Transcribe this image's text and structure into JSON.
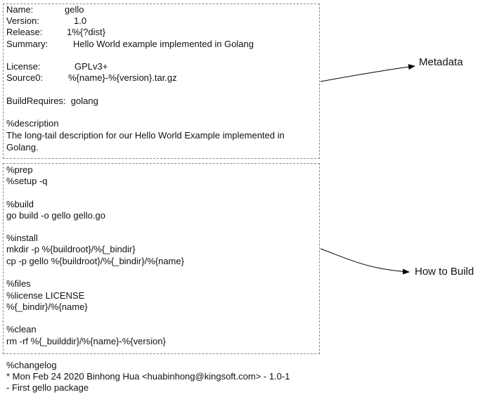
{
  "metadata": {
    "name_key": "Name:",
    "name_val": "gello",
    "version_key": "Version:",
    "version_val": "1.0",
    "release_key": "Release:",
    "release_val": "1%{?dist}",
    "summary_key": "Summary:",
    "summary_val": "Hello World example implemented in Golang",
    "license_key": "License:",
    "license_val": "GPLv3+",
    "source_key": "Source0:",
    "source_val": "%{name}-%{version}.tar.gz",
    "buildrequires": "BuildRequires:  golang",
    "description_key": "%description",
    "description_line1": "The long-tail description for our Hello World Example implemented in",
    "description_line2": "Golang."
  },
  "build": {
    "prep": "%prep",
    "setup": "%setup -q",
    "build_key": "%build",
    "build_cmd": "go build -o gello gello.go",
    "install_key": "%install",
    "install_cmd1": "mkdir -p %{buildroot}/%{_bindir}",
    "install_cmd2": "cp -p gello %{buildroot}/%{_bindir}/%{name}",
    "files_key": "%files",
    "files_license": "%license LICENSE",
    "files_bin": "%{_bindir}/%{name}",
    "clean_key": "%clean",
    "clean_cmd": "rm -rf %{_builddir}/%{name}-%{version}"
  },
  "changelog": {
    "key": "%changelog",
    "entry": "* Mon Feb 24 2020 Binhong Hua <huabinhong@kingsoft.com> - 1.0-1",
    "note": "- First gello package"
  },
  "labels": {
    "metadata": "Metadata",
    "how_to_build": "How to Build"
  }
}
